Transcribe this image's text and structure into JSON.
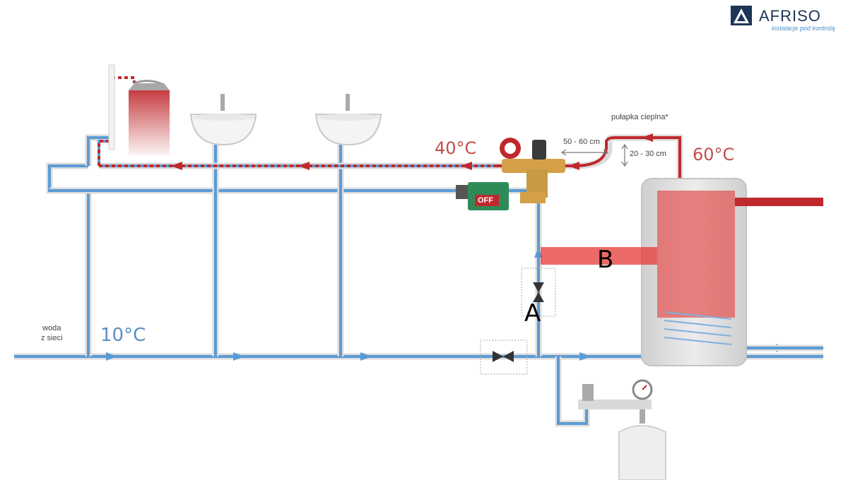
{
  "brand": {
    "name": "AFRISO",
    "tagline": "instalacje pod kontrolą"
  },
  "labels": {
    "cold_source_line1": "woda",
    "cold_source_line2": "z sieci",
    "cold_temp": "10°C",
    "mixed_temp": "40°C",
    "hot_temp": "60°C",
    "heat_trap": "pułapka cieplna*",
    "horizontal_distance": "50 - 60 cm",
    "vertical_distance": "20 - 30 cm",
    "valve_state": "OFF",
    "annotation_a": "A",
    "annotation_b": "B"
  },
  "colors": {
    "cold_pipe": "#5b9bd5",
    "hot_pipe": "#c0282d",
    "circulation_dots": "#c0282d",
    "pump_body": "#2e8b57",
    "tank": "#d6d6d6",
    "highlight_b": "#e53935"
  },
  "icons": [
    "shower-icon",
    "washbasin-icon",
    "pump-icon",
    "thermostatic-mixing-valve-icon",
    "check-valve-icon",
    "shutoff-valve-icon",
    "expansion-vessel-icon",
    "pressure-gauge-icon",
    "water-heater-tank-icon"
  ]
}
